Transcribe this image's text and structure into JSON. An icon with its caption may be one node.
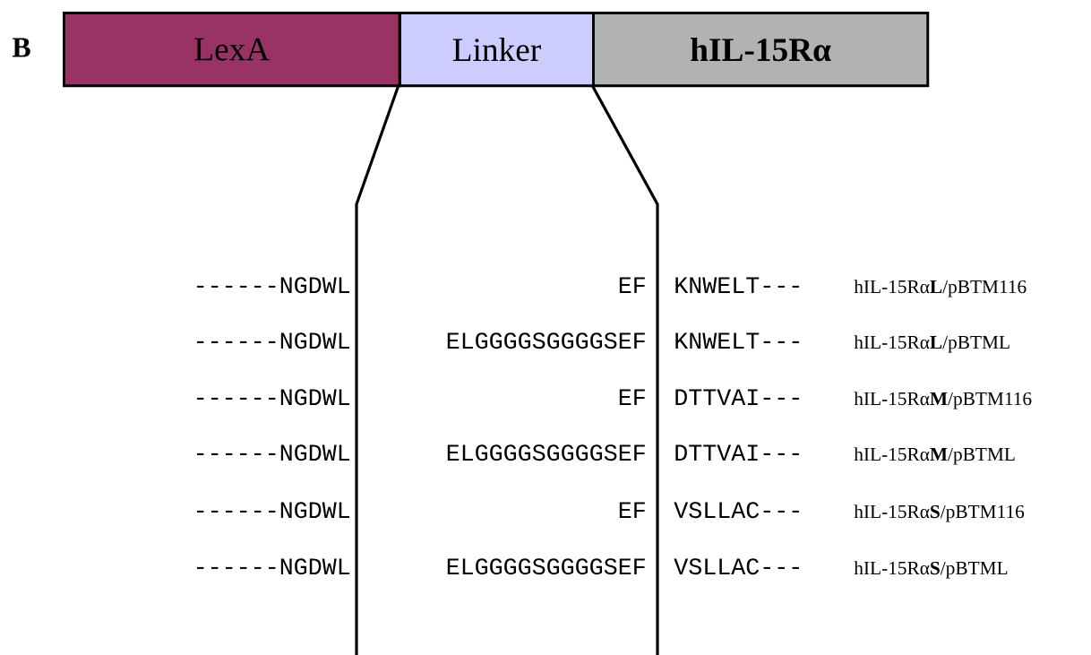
{
  "diagram": {
    "nodes": [
      {
        "text": [
          "LexA"
        ]
      },
      {
        "text": [
          "Linker"
        ]
      },
      {
        "text": [
          "hIL-15Rα"
        ]
      }
    ],
    "labels": [
      "B",
      "------NGDWL",
      "EF",
      "KNWELT---",
      "hIL-15Rα**L**/pBTM116",
      "------NGDWL",
      "ELGGGGSGGGGSEF",
      "KNWELT---",
      "hIL-15Rα**L**/pBTML",
      "------NGDWL",
      "EF",
      "DTTVAI---",
      "hIL-15Rα**M**/pBTM116",
      "------NGDWL",
      "ELGGGGSGGGGSEF",
      "DTTVAI---",
      "hIL-15Rα**M**/pBTML",
      "------NGDWL",
      "EF",
      "VSLLAC---",
      "hIL-15Rα**S**/pBTM116",
      "------NGDWL",
      "ELGGGGSGGGGSEF",
      "VSLLAC---",
      "hIL-15Rα**S**/pBTML"
    ]
  }
}
